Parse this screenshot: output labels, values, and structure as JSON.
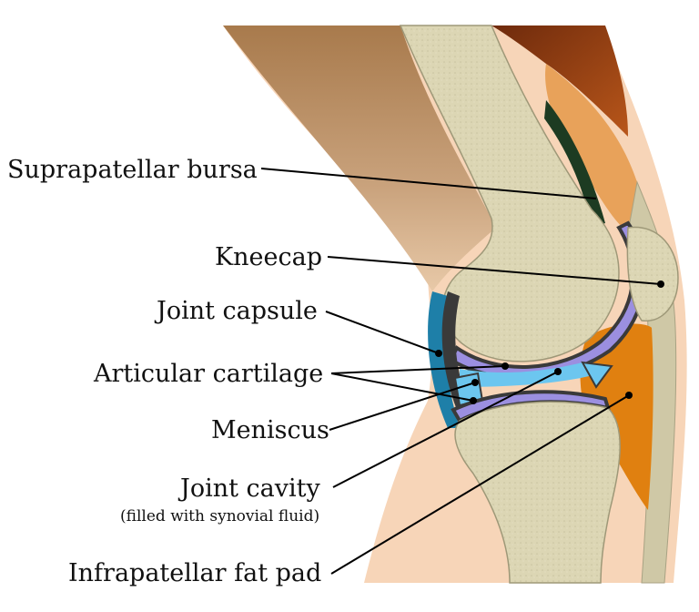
{
  "labels": {
    "suprapatellar_bursa": "Suprapatellar bursa",
    "kneecap": "Kneecap",
    "joint_capsule": "Joint capsule",
    "articular_cartilage": "Articular cartilage",
    "meniscus": "Meniscus",
    "joint_cavity": "Joint cavity",
    "joint_cavity_note": "(filled with synovial fluid)",
    "infrapatellar_fat_pad": "Infrapatellar fat pad"
  },
  "colors": {
    "skin": "#f7d5b8",
    "thigh_shadow": "#b07d4e",
    "bone": "#dcd6b4",
    "bone_edge": "#9e9878",
    "cartilage": "#9b8fe0",
    "capsule": "#3a3a3a",
    "cavity_fluid": "#6cc6ef",
    "fat_pad": "#e08010",
    "tendon": "#cfc8a6",
    "muscle": "#8a3a12",
    "bursa": "#1d3b22",
    "capsule_outer": "#1e7fa8"
  }
}
